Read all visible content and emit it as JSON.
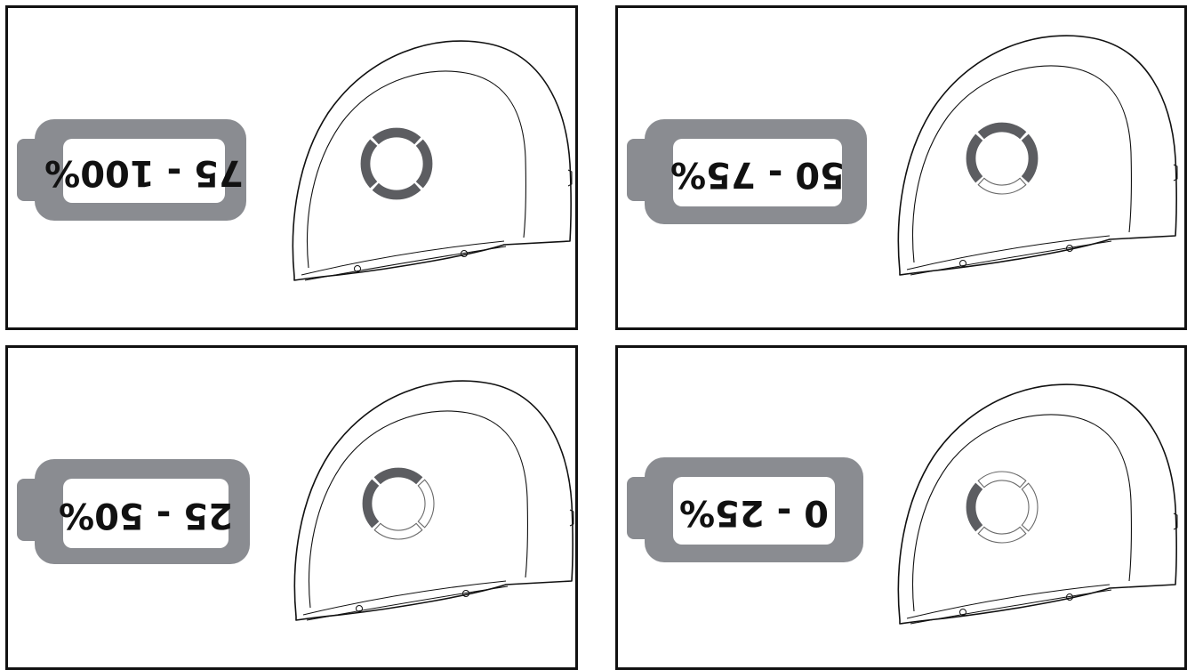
{
  "panels": [
    {
      "id": "p1",
      "label": "75 - 100%",
      "lit_segments": 4
    },
    {
      "id": "p2",
      "label": "50 - 75%",
      "lit_segments": 3
    },
    {
      "id": "p3",
      "label": "25 - 50%",
      "lit_segments": 2
    },
    {
      "id": "p4",
      "label": "0 - 25%",
      "lit_segments": 1
    }
  ],
  "colors": {
    "battery": "#8a8c91",
    "segment_on": "#5c5d61",
    "segment_off_stroke": "#6a6a6a",
    "frame": "#111111"
  }
}
